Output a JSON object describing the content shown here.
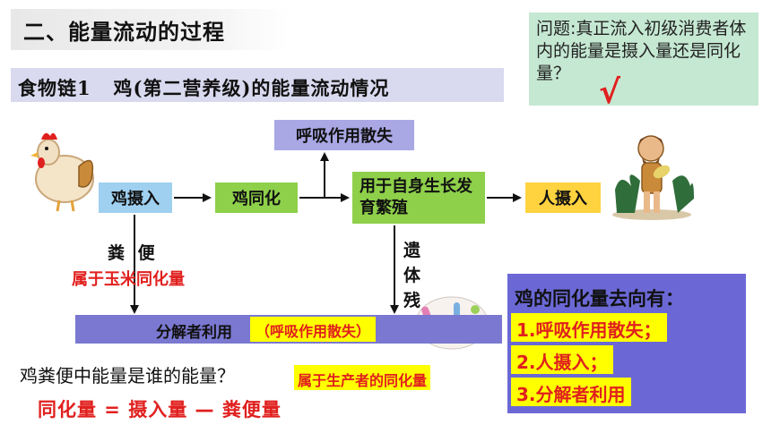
{
  "title": "二、能量流动的过程",
  "subtitle": "食物链1   鸡(第二营养级)的能量流动情况",
  "question": "问题:真正流入初级消费者体内的能量是摄入量还是同化量？",
  "nodes": {
    "eat": "鸡摄入",
    "assim": "鸡同化",
    "resp": "呼吸作用散失",
    "grow": "用于自身生长发育繁殖",
    "man": "人摄入"
  },
  "feces": "粪 便",
  "feces_note": "属于玉米同化量",
  "remains": "遗体残骸",
  "decomposer": {
    "label": "分解者利用",
    "highlight": "（呼吸作用散失）"
  },
  "destinations": {
    "title": "鸡的同化量去向有：",
    "items": [
      "1.呼吸作用散失；",
      "2.人摄入；",
      "3.分解者利用"
    ]
  },
  "question2": "鸡粪便中能量是谁的能量？",
  "question2_answer": "属于生产者的同化量",
  "formula": "同化量 = 摄入量 — 粪便量",
  "colors": {
    "red": "#e0201e",
    "highlight": "#ffff00",
    "green": "#8ed04a",
    "blue": "#9fd0f0",
    "purple": "#7a78d0",
    "yellow": "#ffd23f"
  },
  "icons": [
    "chicken-icon",
    "person-icon",
    "bacteria-icon",
    "checkmark-icon"
  ]
}
